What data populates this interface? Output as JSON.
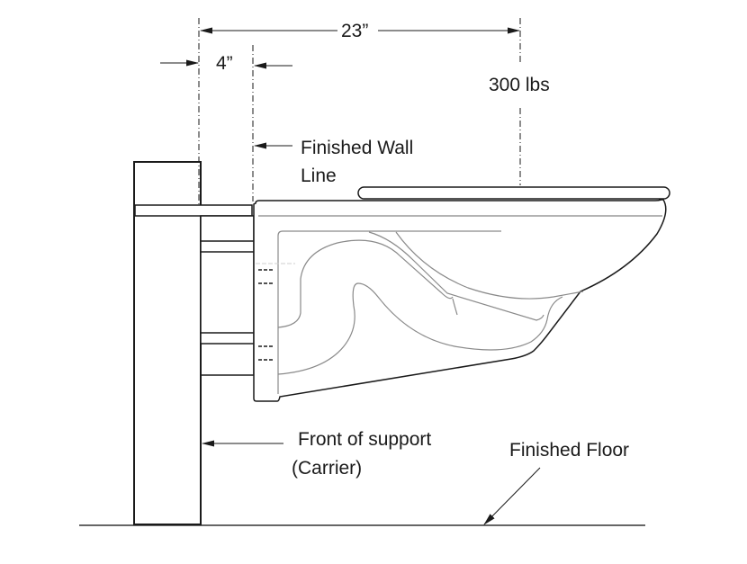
{
  "diagram": {
    "title": "Wall-hung toilet carrier mounting diagram",
    "dimensions": {
      "overall_projection": "23”",
      "wall_offset": "4”"
    },
    "load_rating": "300 lbs",
    "labels": {
      "finished_wall_line_1": "Finished Wall",
      "finished_wall_line_2": "Line",
      "front_of_support_1": "Front of support",
      "front_of_support_2": "(Carrier)",
      "finished_floor": "Finished Floor"
    },
    "colors": {
      "line": "#1a1a1a",
      "detail_line": "#8a8a8a",
      "background": "#ffffff"
    }
  }
}
